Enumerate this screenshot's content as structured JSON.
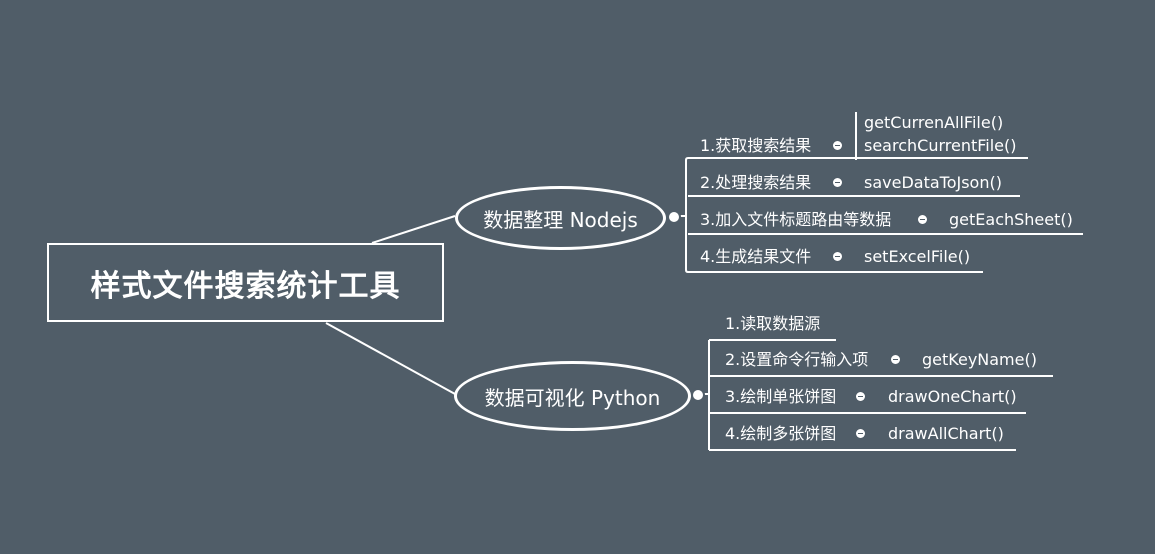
{
  "root": {
    "title": "样式文件搜索统计工具"
  },
  "branches": [
    {
      "label": "数据整理 Nodejs",
      "items": [
        {
          "label": "1.获取搜索结果",
          "functions": [
            "getCurrenAllFile()",
            "searchCurrentFile()"
          ]
        },
        {
          "label": "2.处理搜索结果",
          "functions": [
            "saveDataToJson()"
          ]
        },
        {
          "label": "3.加入文件标题路由等数据",
          "functions": [
            "getEachSheet()"
          ]
        },
        {
          "label": "4.生成结果文件",
          "functions": [
            "setExcelFile()"
          ]
        }
      ]
    },
    {
      "label": "数据可视化 Python",
      "items": [
        {
          "label": "1.读取数据源",
          "functions": []
        },
        {
          "label": "2.设置命令行输入项",
          "functions": [
            "getKeyName()"
          ]
        },
        {
          "label": "3.绘制单张饼图",
          "functions": [
            "drawOneChart()"
          ]
        },
        {
          "label": "4.绘制多张饼图",
          "functions": [
            "drawAllChart()"
          ]
        }
      ]
    }
  ],
  "colors": {
    "background": "#505d68",
    "foreground": "#ffffff"
  }
}
